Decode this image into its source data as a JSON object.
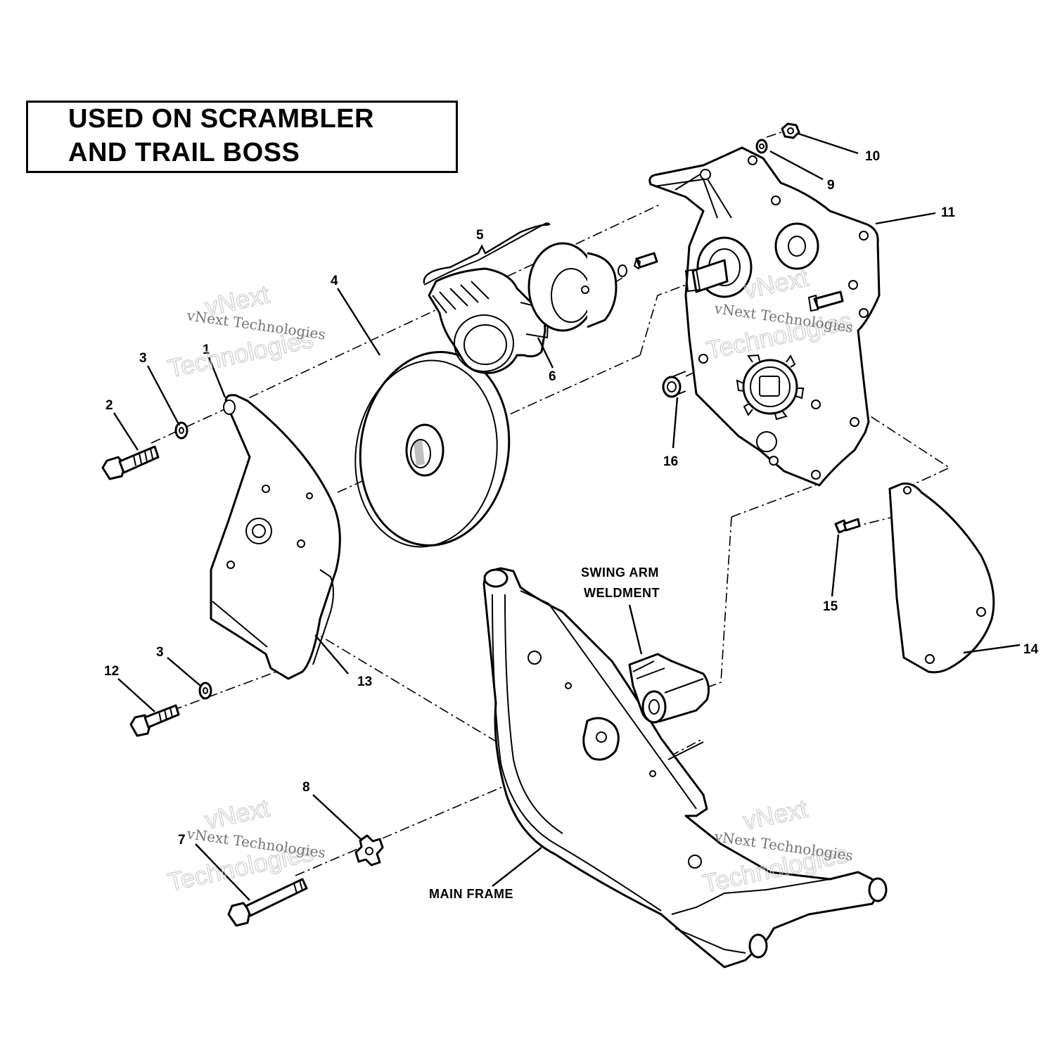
{
  "title_box": {
    "line1": "USED ON SCRAMBLER",
    "line2": "AND TRAIL BOSS"
  },
  "labels": {
    "swing_arm_line1": "SWING ARM",
    "swing_arm_line2": "WELDMENT",
    "main_frame": "MAIN FRAME"
  },
  "callouts": {
    "c1": "1",
    "c2": "2",
    "c3a": "3",
    "c3b": "3",
    "c4": "4",
    "c5": "5",
    "c6": "6",
    "c7": "7",
    "c8": "8",
    "c9": "9",
    "c10": "10",
    "c11": "11",
    "c12": "12",
    "c13": "13",
    "c14": "14",
    "c15": "15",
    "c16": "16"
  },
  "watermark": {
    "brand_line1": "vNext",
    "brand_line2": "Technologies",
    "small": "vNext Technologies"
  }
}
